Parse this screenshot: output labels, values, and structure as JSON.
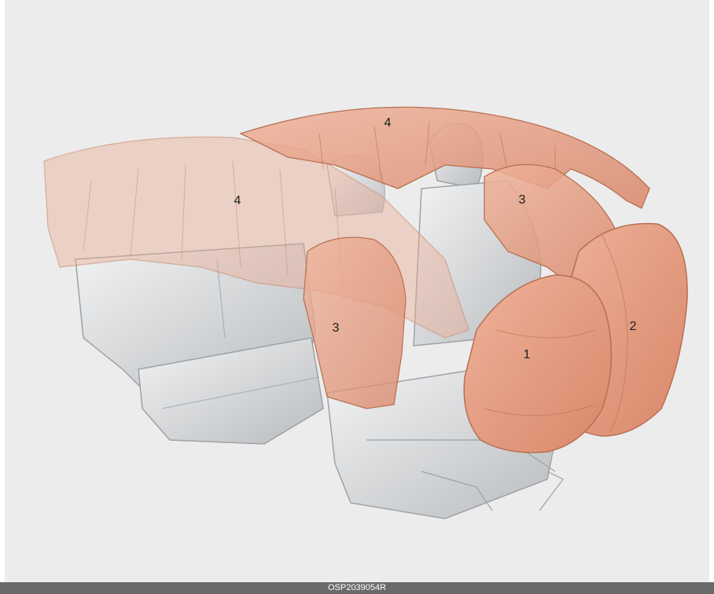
{
  "callouts": {
    "front_driver": "1",
    "front_passenger": "2",
    "side_front": "3",
    "side_rear": "3",
    "curtain_top": "4",
    "curtain_rear": "4"
  },
  "image_code": "OSP2039054R",
  "colors": {
    "panel_bg": "#ececec",
    "airbag": "#e79a7d",
    "airbag_edge": "#b86f52",
    "seat": "#d6d8da",
    "caption_bar": "#6a6a6a"
  }
}
